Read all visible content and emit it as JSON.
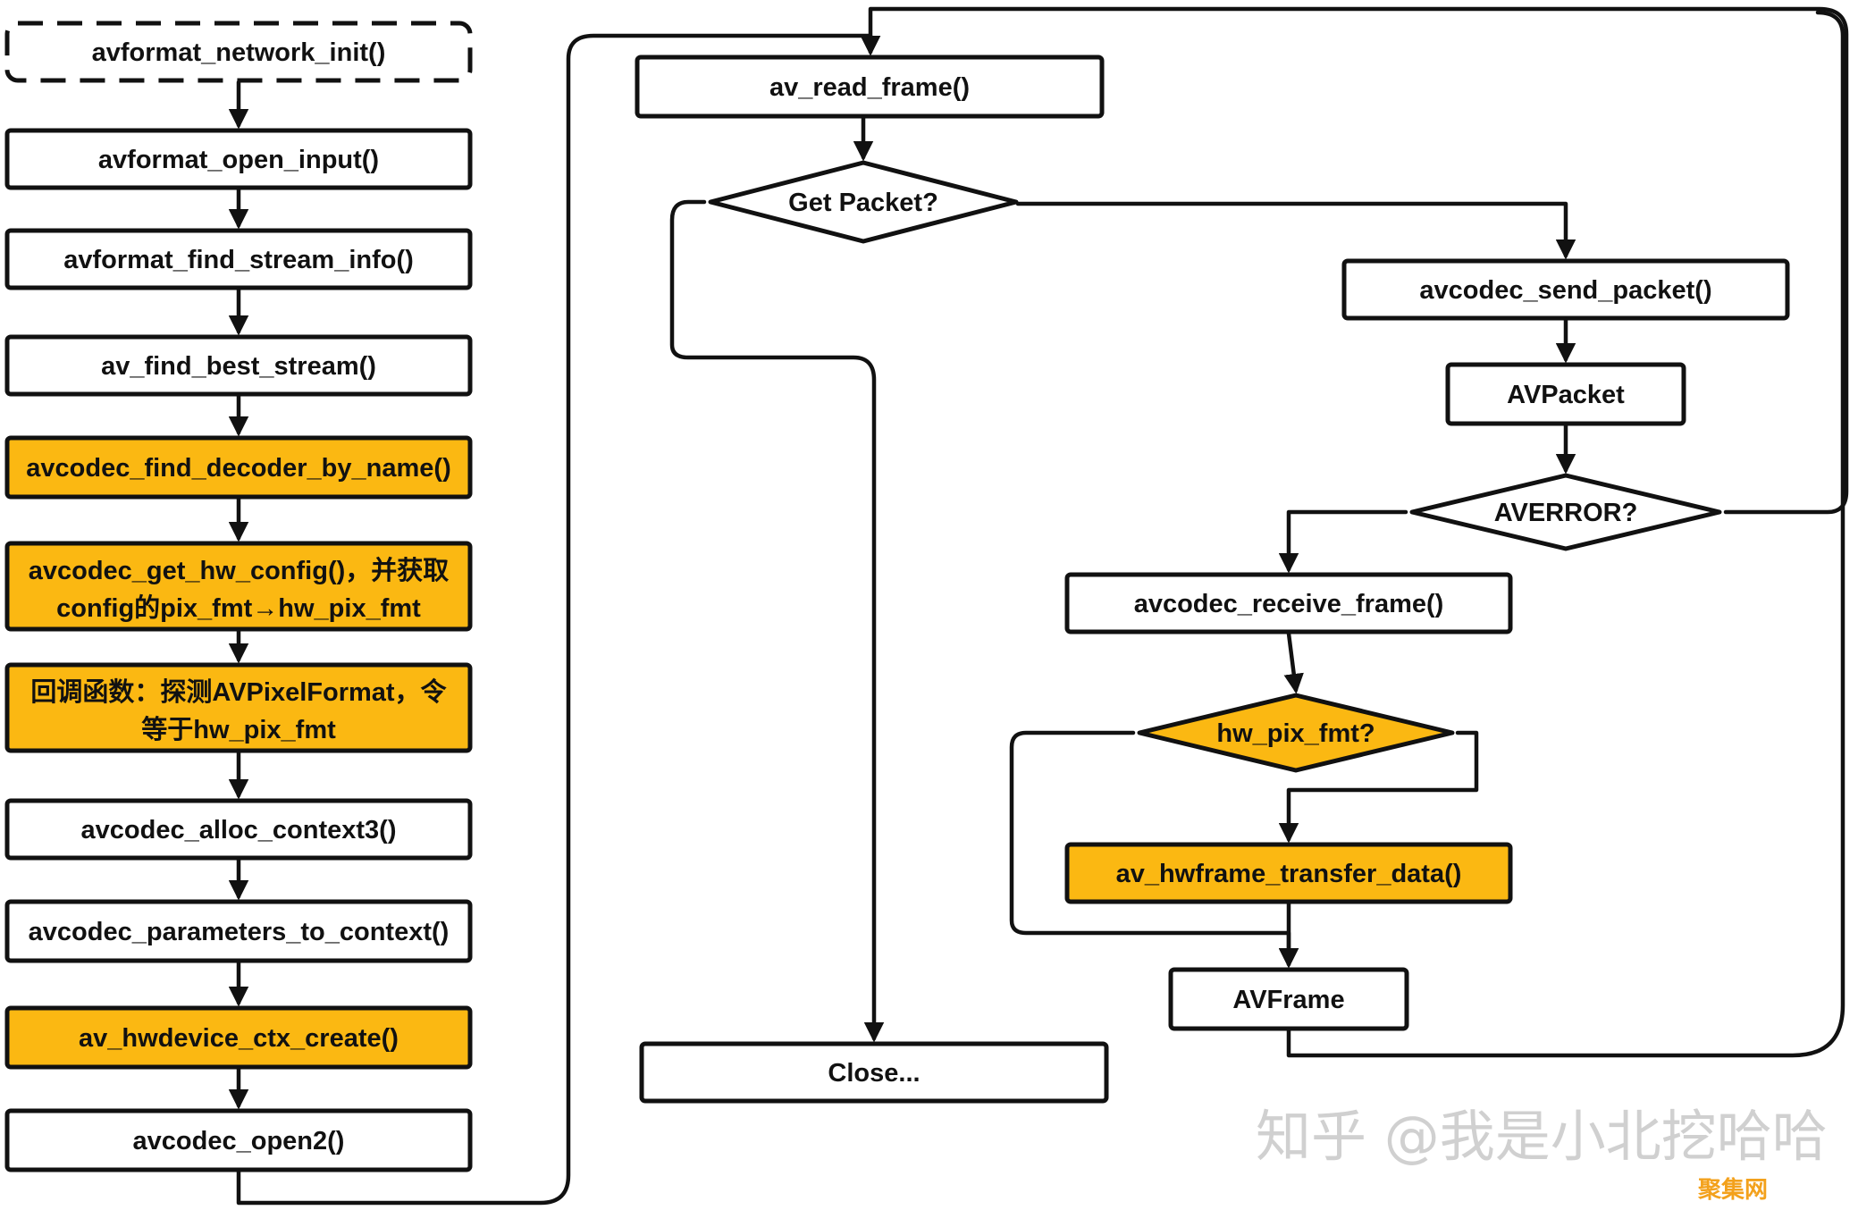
{
  "colors": {
    "highlight": "#fbb812",
    "plain": "#ffffff",
    "stroke": "#111111"
  },
  "nodes": {
    "network_init": "avformat_network_init()",
    "open_input": "avformat_open_input()",
    "find_stream_info": "avformat_find_stream_info()",
    "find_best_stream": "av_find_best_stream()",
    "find_decoder": "avcodec_find_decoder_by_name()",
    "get_hw_config": {
      "line1": "avcodec_get_hw_config()，并获取",
      "line2": "config的pix_fmt→hw_pix_fmt"
    },
    "callback": {
      "line1": "回调函数：探测AVPixelFormat，令",
      "line2": "等于hw_pix_fmt"
    },
    "alloc_context": "avcodec_alloc_context3()",
    "params_to_context": "avcodec_parameters_to_context()",
    "hwdevice_create": "av_hwdevice_ctx_create()",
    "open2": "avcodec_open2()",
    "read_frame": "av_read_frame()",
    "get_packet": "Get Packet?",
    "send_packet": "avcodec_send_packet()",
    "avpacket": "AVPacket",
    "averror": "AVERROR?",
    "receive_frame": "avcodec_receive_frame()",
    "hw_pix_fmt": "hw_pix_fmt?",
    "transfer_data": "av_hwframe_transfer_data()",
    "avframe": "AVFrame",
    "close": "Close..."
  },
  "watermark": "知乎 @我是小北挖哈哈",
  "logo": "聚集网"
}
